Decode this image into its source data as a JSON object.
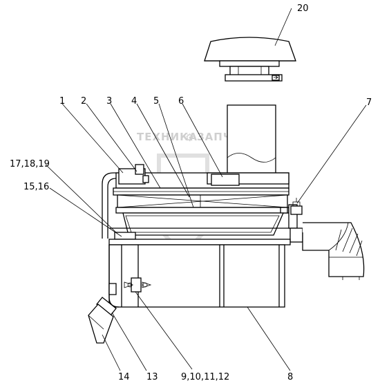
{
  "watermark": {
    "left_word": "ТЕХНИКА",
    "right_word": "ЗАПЧАСТИ",
    "logo_letters": "ЭП"
  },
  "callouts": {
    "c1": "1",
    "c2": "2",
    "c3": "3",
    "c4": "4",
    "c5": "5",
    "c6": "6",
    "c7": "7",
    "c8": "8",
    "c9_12": "9,10,11,12",
    "c13": "13",
    "c14": "14",
    "c15_16": "15,16",
    "c17_19": "17,18,19",
    "c20": "20"
  },
  "colors": {
    "line": "#000000",
    "watermark": "#cfcfcf",
    "background": "#ffffff"
  }
}
